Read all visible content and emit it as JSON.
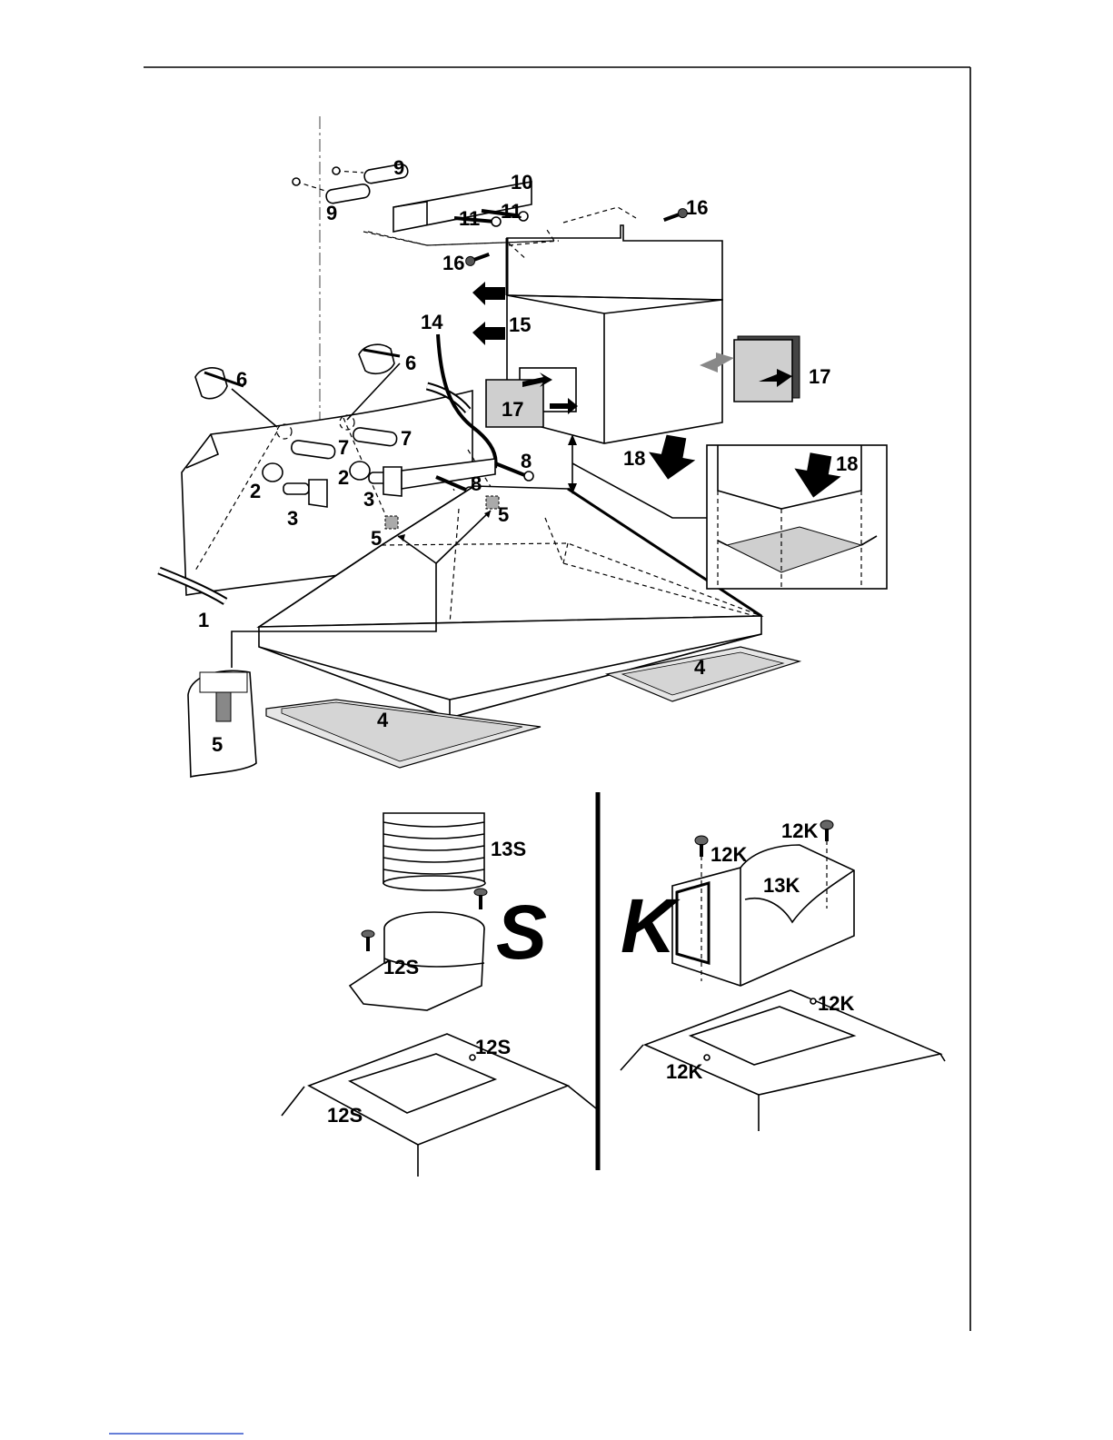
{
  "labels": {
    "l1": "1",
    "l2a": "2",
    "l2b": "2",
    "l3a": "3",
    "l3b": "3",
    "l4a": "4",
    "l4b": "4",
    "l5a": "5",
    "l5b": "5",
    "l5c": "5",
    "l6a": "6",
    "l6b": "6",
    "l7a": "7",
    "l7b": "7",
    "l8a": "8",
    "l8b": "8",
    "l9a": "9",
    "l9b": "9",
    "l10": "10",
    "l11a": "11",
    "l11b": "11",
    "l14": "14",
    "l15": "15",
    "l16a": "16",
    "l16b": "16",
    "l17a": "17",
    "l17b": "17",
    "l18a": "18",
    "l18b": "18",
    "l13s": "13S",
    "l12s_a": "12S",
    "l12s_b": "12S",
    "l12s_c": "12S",
    "l12k_a": "12K",
    "l12k_b": "12K",
    "l12k_c": "12K",
    "l12k_d": "12K",
    "l13k": "13K",
    "big_s": "S",
    "big_k": "K"
  },
  "colors": {
    "line": "#000000",
    "filter_fill": "#cfcfcf",
    "background": "#ffffff"
  }
}
